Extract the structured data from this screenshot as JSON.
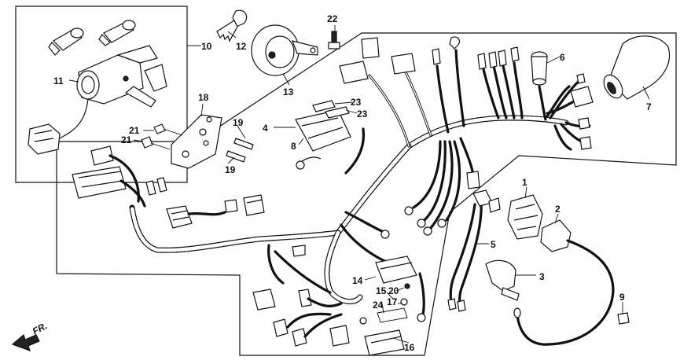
{
  "callouts": [
    {
      "id": "c1",
      "label": "1"
    },
    {
      "id": "c2",
      "label": "2"
    },
    {
      "id": "c3",
      "label": "3"
    },
    {
      "id": "c4",
      "label": "4"
    },
    {
      "id": "c5",
      "label": "5"
    },
    {
      "id": "c6",
      "label": "6"
    },
    {
      "id": "c7",
      "label": "7"
    },
    {
      "id": "c8",
      "label": "8"
    },
    {
      "id": "c9",
      "label": "9"
    },
    {
      "id": "c10",
      "label": "10"
    },
    {
      "id": "c11",
      "label": "11"
    },
    {
      "id": "c12",
      "label": "12"
    },
    {
      "id": "c13",
      "label": "13"
    },
    {
      "id": "c14",
      "label": "14"
    },
    {
      "id": "c15",
      "label": "15"
    },
    {
      "id": "c16",
      "label": "16"
    },
    {
      "id": "c17",
      "label": "17"
    },
    {
      "id": "c18",
      "label": "18"
    },
    {
      "id": "c19a",
      "label": "19"
    },
    {
      "id": "c19b",
      "label": "19"
    },
    {
      "id": "c20",
      "label": "20"
    },
    {
      "id": "c21a",
      "label": "21"
    },
    {
      "id": "c21b",
      "label": "21"
    },
    {
      "id": "c22",
      "label": "22"
    },
    {
      "id": "c23a",
      "label": "23"
    },
    {
      "id": "c23b",
      "label": "23"
    },
    {
      "id": "c24",
      "label": "24"
    }
  ],
  "direction_marker": {
    "label": "FR."
  }
}
